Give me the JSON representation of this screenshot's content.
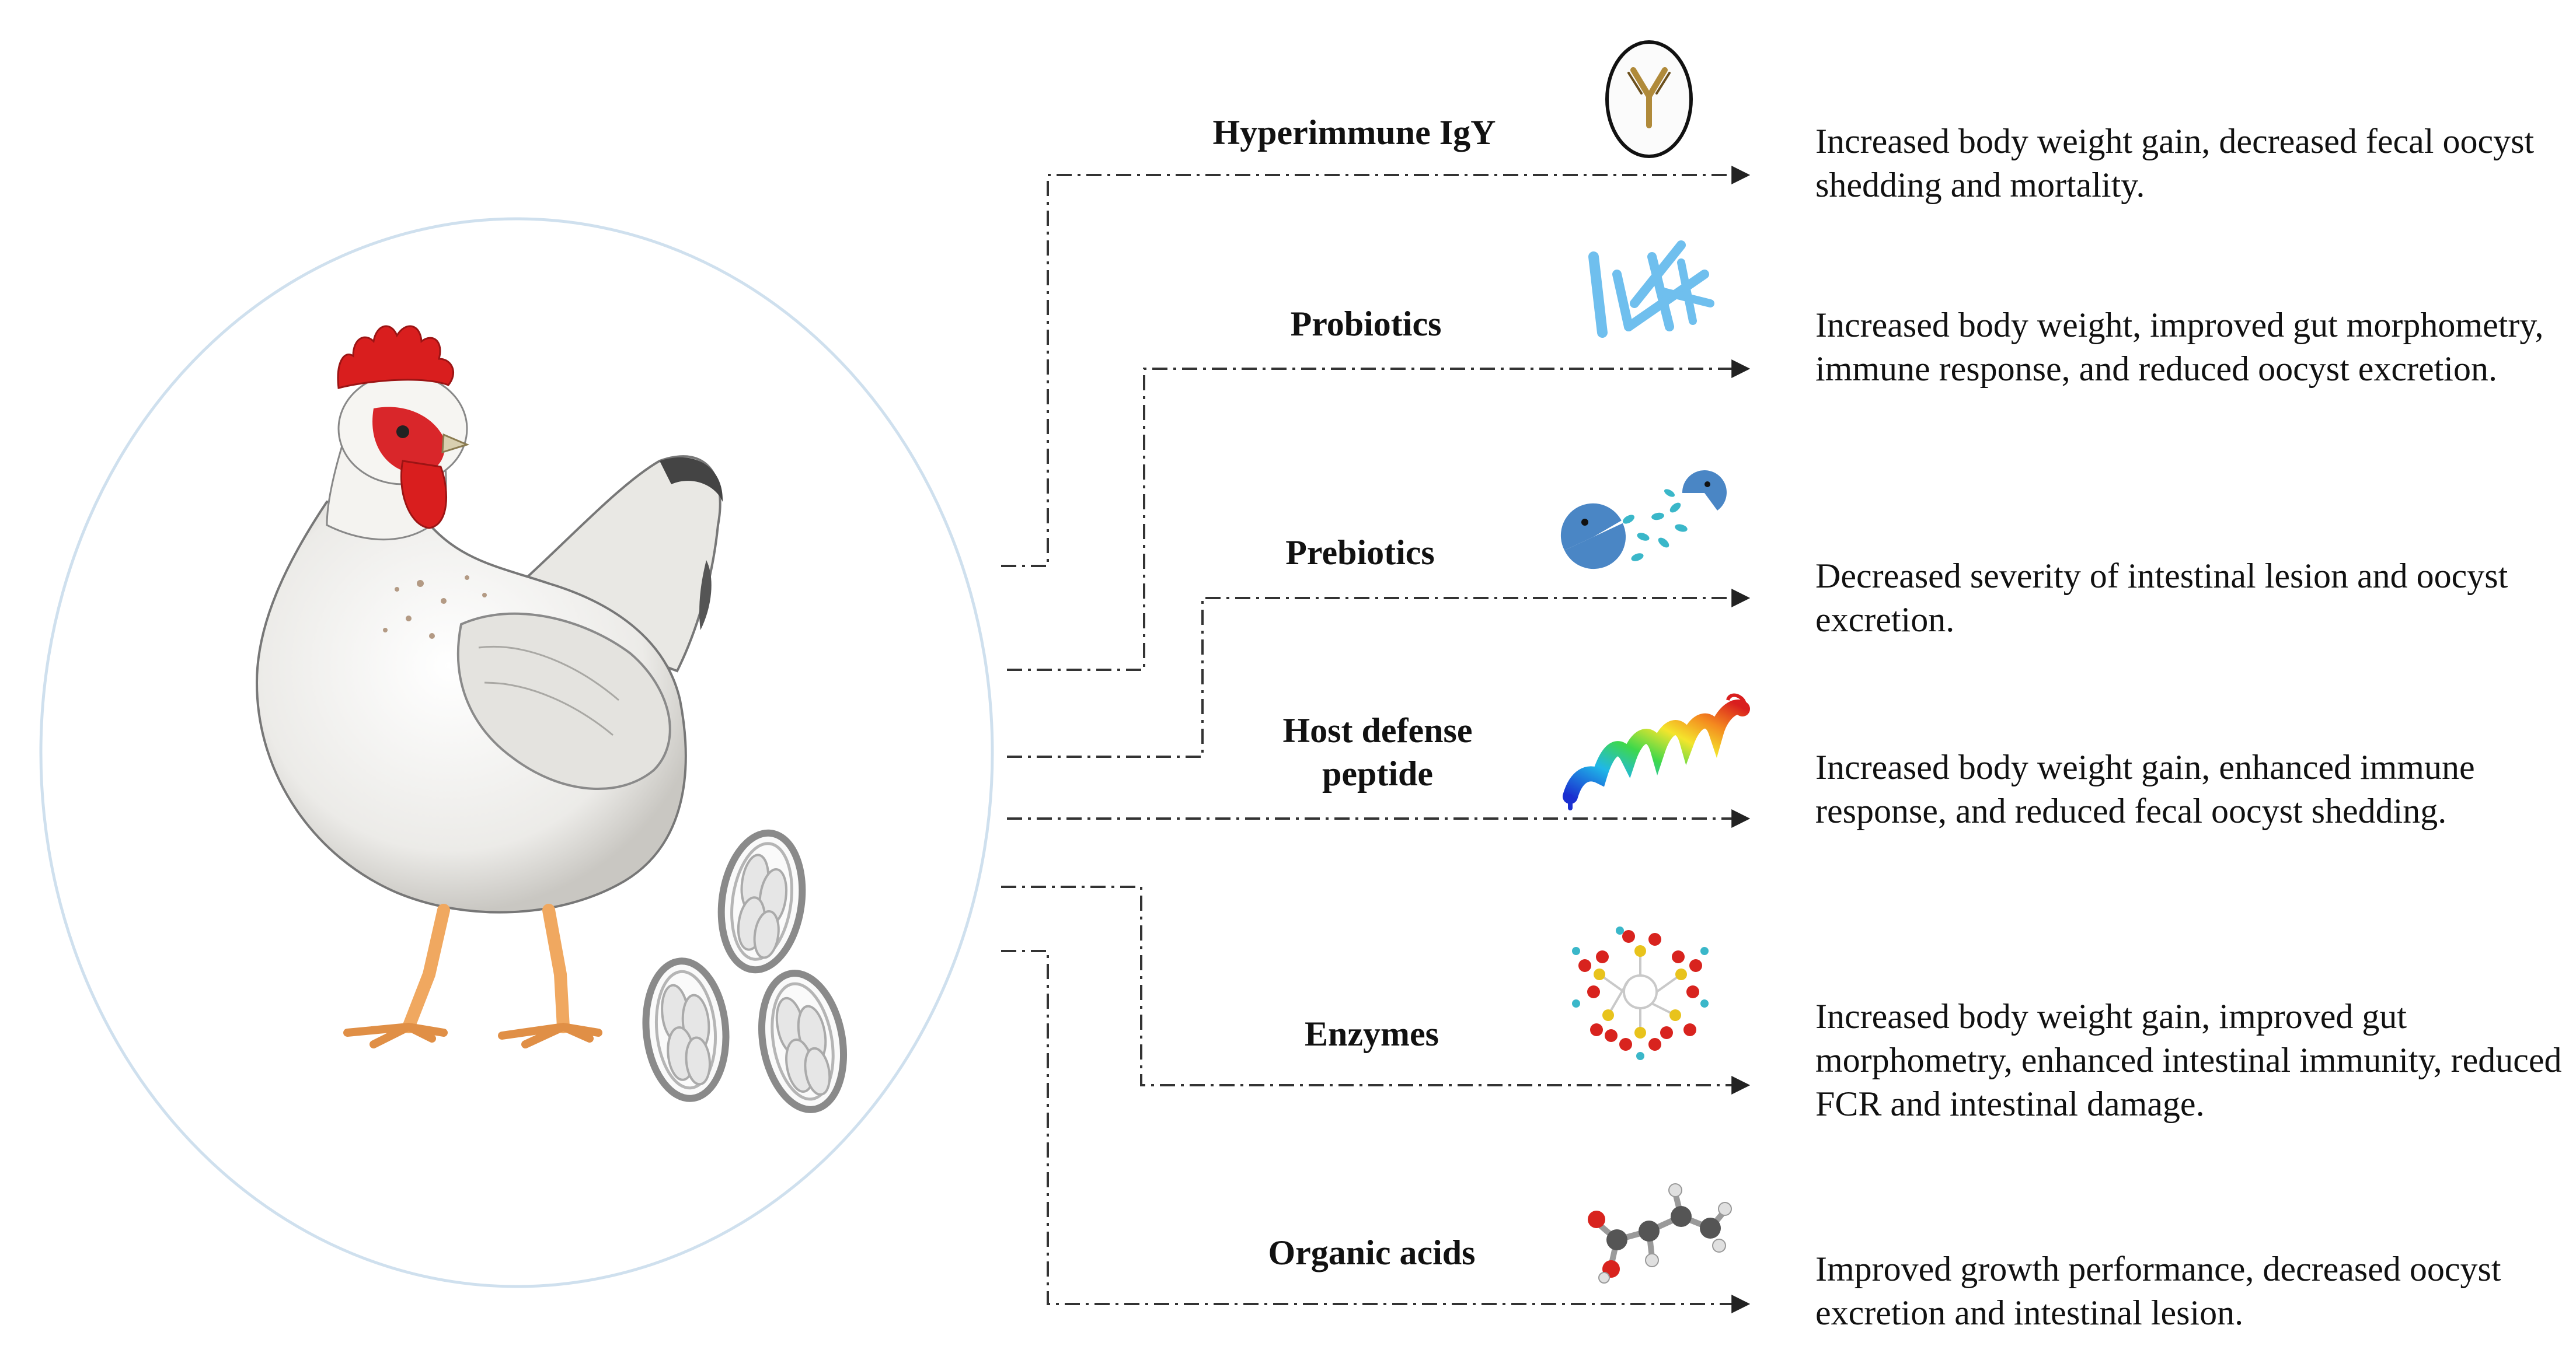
{
  "interventions": [
    {
      "label": "Hyperimmune IgY",
      "icon": "antibody-egg-icon",
      "effect": "Increased body weight gain, decreased fecal oocyst shedding and mortality."
    },
    {
      "label": "Probiotics",
      "icon": "bacteria-rods-icon",
      "effect": "Increased body weight, improved gut morphometry, immune response, and reduced oocyst excretion."
    },
    {
      "label": "Prebiotics",
      "icon": "pacman-fiber-icon",
      "effect": "Decreased severity of intestinal lesion and oocyst excretion."
    },
    {
      "label": "Host defense peptide",
      "icon": "peptide-helix-icon",
      "effect": "Increased body weight gain, enhanced immune response, and reduced fecal oocyst shedding."
    },
    {
      "label": "Enzymes",
      "icon": "enzyme-molecule-icon",
      "effect": "Increased body weight gain, improved gut morphometry, enhanced intestinal immunity, reduced FCR and intestinal damage."
    },
    {
      "label": "Organic acids",
      "icon": "organic-acid-molecule-icon",
      "effect": "Improved growth performance, decreased oocyst excretion and intestinal lesion."
    }
  ],
  "colors": {
    "circle_outline": "#cfe0ee",
    "connector": "#333333",
    "comb": "#d91e1e",
    "legs": "#f0a860",
    "oocyst": "#8a8a8a",
    "bacteria": "#6fbfee",
    "pacman": "#4a86c5"
  }
}
